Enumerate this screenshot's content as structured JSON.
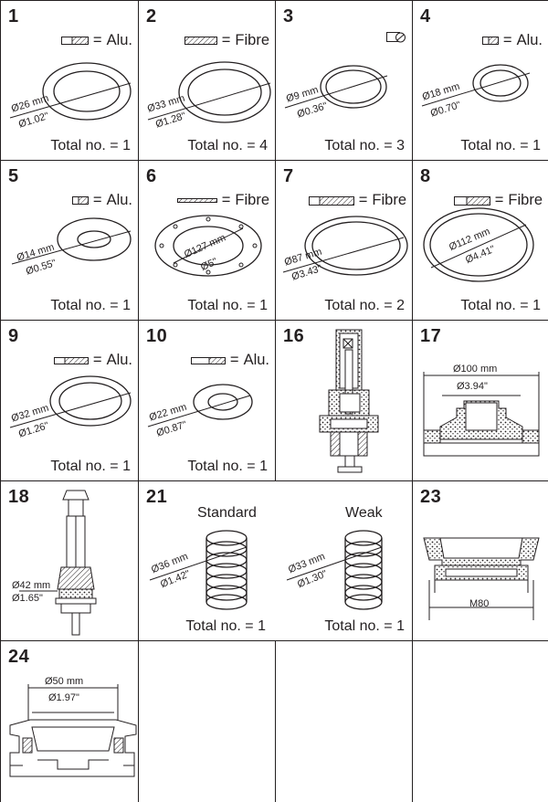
{
  "parts": [
    {
      "id": "1",
      "material": "Alu.",
      "dia_mm": "Ø26 mm",
      "dia_in": "Ø1.02\"",
      "total": "Total no. = 1"
    },
    {
      "id": "2",
      "material": "Fibre",
      "dia_mm": "Ø33 mm",
      "dia_in": "Ø1.28\"",
      "total": "Total no. = 4"
    },
    {
      "id": "3",
      "material": "",
      "dia_mm": "Ø9 mm",
      "dia_in": "Ø0.36\"",
      "total": "Total no. = 3"
    },
    {
      "id": "4",
      "material": "Alu.",
      "dia_mm": "Ø18 mm",
      "dia_in": "Ø0.70\"",
      "total": "Total no. = 1"
    },
    {
      "id": "5",
      "material": "Alu.",
      "dia_mm": "Ø14 mm",
      "dia_in": "Ø0.55\"",
      "total": "Total no. = 1"
    },
    {
      "id": "6",
      "material": "Fibre",
      "dia_mm": "Ø127 mm",
      "dia_in": "Ø5\"",
      "total": "Total no. = 1"
    },
    {
      "id": "7",
      "material": "Fibre",
      "dia_mm": "Ø87 mm",
      "dia_in": "Ø3.43\"",
      "total": "Total no. = 2"
    },
    {
      "id": "8",
      "material": "Fibre",
      "dia_mm": "Ø112 mm",
      "dia_in": "Ø4.41\"",
      "total": "Total no. = 1"
    },
    {
      "id": "9",
      "material": "Alu.",
      "dia_mm": "Ø32 mm",
      "dia_in": "Ø1.26\"",
      "total": "Total no. = 1"
    },
    {
      "id": "10",
      "material": "Alu.",
      "dia_mm": "Ø22 mm",
      "dia_in": "Ø0.87\"",
      "total": "Total no. = 1"
    },
    {
      "id": "16"
    },
    {
      "id": "17",
      "dia_mm": "Ø100 mm",
      "dia_in": "Ø3.94\""
    },
    {
      "id": "18",
      "dia_mm": "Ø42 mm",
      "dia_in": "Ø1.65\""
    },
    {
      "id": "21",
      "standard_label": "Standard",
      "weak_label": "Weak",
      "standard": {
        "dia_mm": "Ø36 mm",
        "dia_in": "Ø1.42\"",
        "total": "Total no. = 1"
      },
      "weak": {
        "dia_mm": "Ø33 mm",
        "dia_in": "Ø1.30\"",
        "total": "Total no. = 1"
      }
    },
    {
      "id": "23",
      "thread": "M80"
    },
    {
      "id": "24",
      "dia_mm": "Ø50 mm",
      "dia_in": "Ø1.97\""
    }
  ],
  "equals_sign": "="
}
